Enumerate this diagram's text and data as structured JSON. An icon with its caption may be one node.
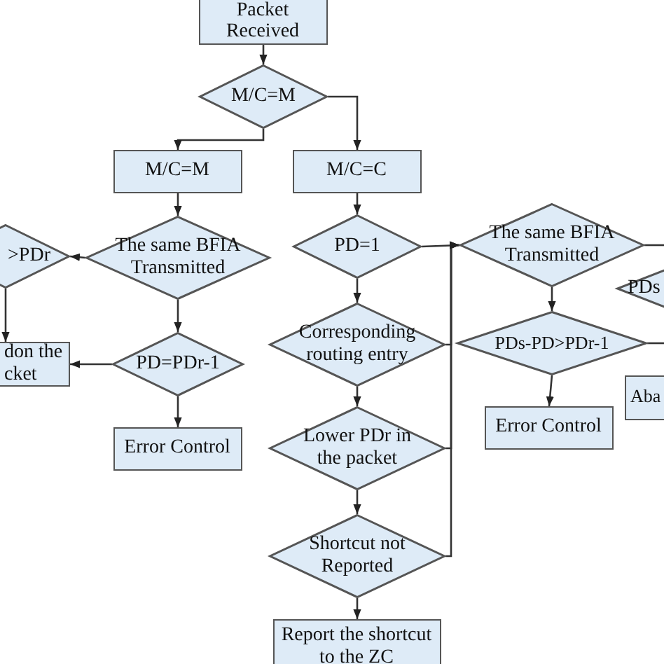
{
  "diagram": {
    "nodes": [
      {
        "text": [
          "Packet Received"
        ]
      },
      {
        "text": [
          "M/C=M"
        ]
      },
      {
        "text": [
          "M/C=M"
        ]
      },
      {
        "text": [
          "M/C=C"
        ]
      },
      {
        "text": [
          "The same BFIA Transmitted"
        ]
      },
      {
        "text": [
          ">PDr"
        ]
      },
      {
        "text": [
          "PD=PDr-1"
        ]
      },
      {
        "text": [
          "don the cket"
        ]
      },
      {
        "text": [
          "Error Control"
        ]
      },
      {
        "text": [
          "PD=1"
        ]
      },
      {
        "text": [
          "Corresponding routing entry"
        ]
      },
      {
        "text": [
          "Lower PDr in the packet"
        ]
      },
      {
        "text": [
          "Shortcut not Reported"
        ]
      },
      {
        "text": [
          "Report the shortcut to the ZC"
        ]
      },
      {
        "text": [
          "The same BFIA Transmitted"
        ]
      },
      {
        "text": [
          "PDs"
        ]
      },
      {
        "text": [
          "PDs-PD>PDr-1"
        ]
      },
      {
        "text": [
          "Aba"
        ]
      },
      {
        "text": [
          "Error Control"
        ]
      }
    ],
    "edges": [
      {
        "from": 0,
        "to": 1,
        "arrow": "to"
      },
      {
        "from": 1,
        "to": 2,
        "arrow": "to"
      },
      {
        "from": 1,
        "to": 3,
        "arrow": "to"
      },
      {
        "from": 2,
        "to": 4,
        "arrow": "to"
      },
      {
        "from": 4,
        "to": 5,
        "arrow": "to"
      },
      {
        "from": 4,
        "to": 6,
        "arrow": "to"
      },
      {
        "from": 6,
        "to": 7,
        "arrow": "to"
      },
      {
        "from": 6,
        "to": 8,
        "arrow": "to"
      },
      {
        "from": 5,
        "to": 7,
        "arrow": "to"
      },
      {
        "from": 3,
        "to": 9,
        "arrow": "to"
      },
      {
        "from": 9,
        "to": 10,
        "arrow": "to"
      },
      {
        "from": 10,
        "to": 11,
        "arrow": "to"
      },
      {
        "from": 11,
        "to": 12,
        "arrow": "to"
      },
      {
        "from": 12,
        "to": 13,
        "arrow": "to"
      },
      {
        "from": 9,
        "to": 14,
        "arrow": "to"
      },
      {
        "from": 10,
        "to": 14,
        "arrow": "to"
      },
      {
        "from": 11,
        "to": 14,
        "arrow": "to"
      },
      {
        "from": 12,
        "to": 14,
        "arrow": "to"
      },
      {
        "from": 14,
        "to": 16,
        "arrow": "to"
      },
      {
        "from": 16,
        "to": 18,
        "arrow": "to"
      },
      {
        "from": 14,
        "to": null,
        "arrow": "none"
      },
      {
        "from": 16,
        "to": null,
        "arrow": "none"
      }
    ]
  }
}
